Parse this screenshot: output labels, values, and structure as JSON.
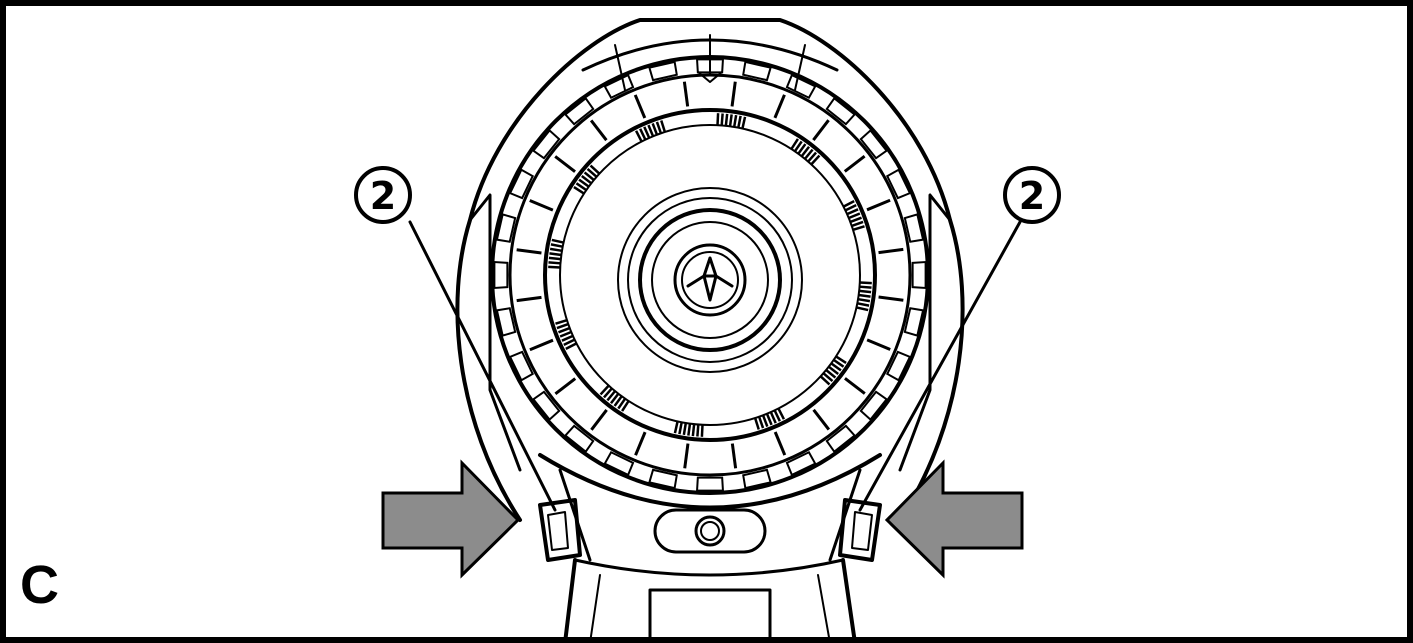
{
  "panel": {
    "label": "C"
  },
  "callouts": [
    {
      "number": "2"
    },
    {
      "number": "2"
    }
  ],
  "colors": {
    "line": "#000000",
    "arrow_fill": "#8c8c8c",
    "background": "#ffffff"
  }
}
